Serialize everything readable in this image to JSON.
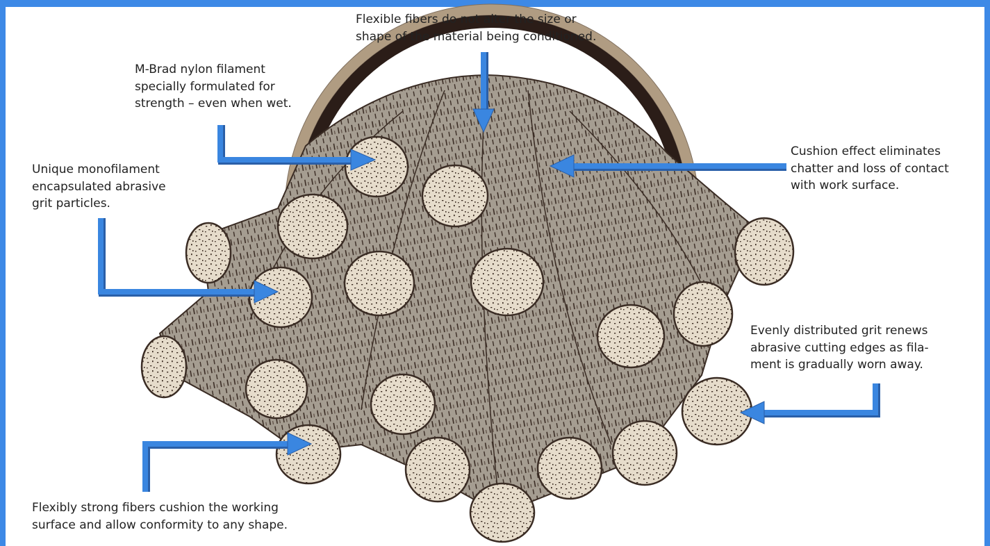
{
  "colors": {
    "frame": "#3d89e6",
    "arrow": "#3a86e0",
    "arrow_shadow": "#2a5fa8",
    "fiber_fill": "#a49c90",
    "fiber_end": "#e6dccb",
    "hood": "#b09c82",
    "hood_inner": "#2b1d18",
    "text": "#222222"
  },
  "callouts": {
    "top": "Flexible fibers do not alter the size or\nshape of the material being conditioned.",
    "mbrad": "M-Brad nylon filament\nspecially formulated for\nstrength – even when wet.",
    "unique": "Unique monofilament\nencapsulated abrasive\ngrit particles.",
    "cushion": "Cushion effect eliminates\nchatter and loss of contact\nwith work surface.",
    "evenly": "Evenly distributed grit renews\nabrasive cutting edges as fila-\nment is gradually worn away.",
    "flex": "Flexibly strong fibers cushion the working\nsurface and allow conformity to any shape."
  }
}
